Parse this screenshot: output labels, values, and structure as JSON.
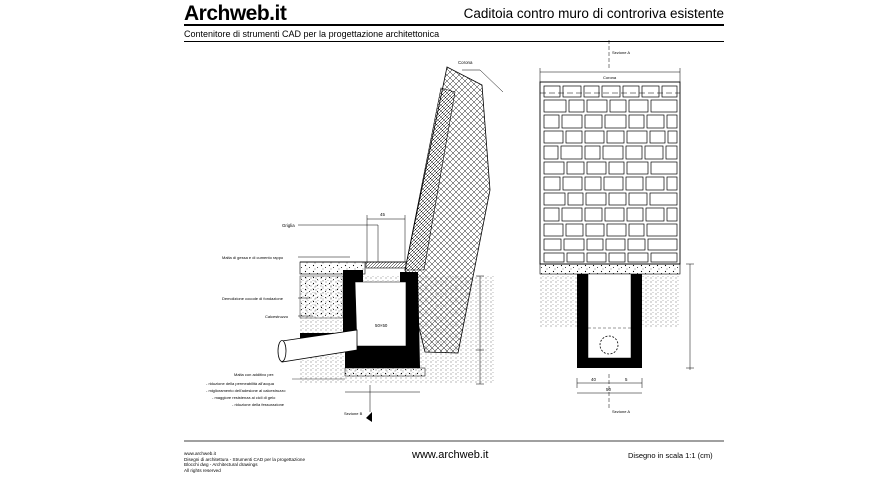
{
  "header": {
    "logo": "Archweb.it",
    "title": "Caditoia contro muro di controriva esistente",
    "subtitle": "Contenitore di strumenti CAD per la progettazione architettonica"
  },
  "section_view": {
    "label_corona": "Corona",
    "label_griglia": "Griglia",
    "label_malta": "Malta di gessa e di cumento rappo",
    "label_demolizione": "Demolizione cocode di fondazione",
    "label_calcestruzzo": "Calcestruzzo",
    "dim_top": "45",
    "dim_mid": "50×50",
    "notes": [
      "Malta con additivo per:",
      "- riduzione della permeabilità all'acqua",
      "- miglioramento dell'adesione al calcestruzzo",
      "- maggiore resistenza ai cicli di gelo",
      "- riduzione della fessurazione"
    ],
    "section_mark": "Sezione B"
  },
  "elevation_view": {
    "label_top": "Sezione A",
    "label_corona": "Corona",
    "label_bottom": "Sezione A",
    "dim_left": "40",
    "dim_right": "5",
    "dim_bottom": "50"
  },
  "footer": {
    "lines": [
      "www.archweb.it",
      "Disegni di architettura - Strumenti CAD per la progettazione",
      "Blocchi dwg - Architectural drawings",
      "All rights reserved"
    ],
    "center": "www.archweb.it",
    "scale": "Disegno in scala 1:1 (cm)"
  },
  "icons": [
    "section-arrow-icon"
  ]
}
